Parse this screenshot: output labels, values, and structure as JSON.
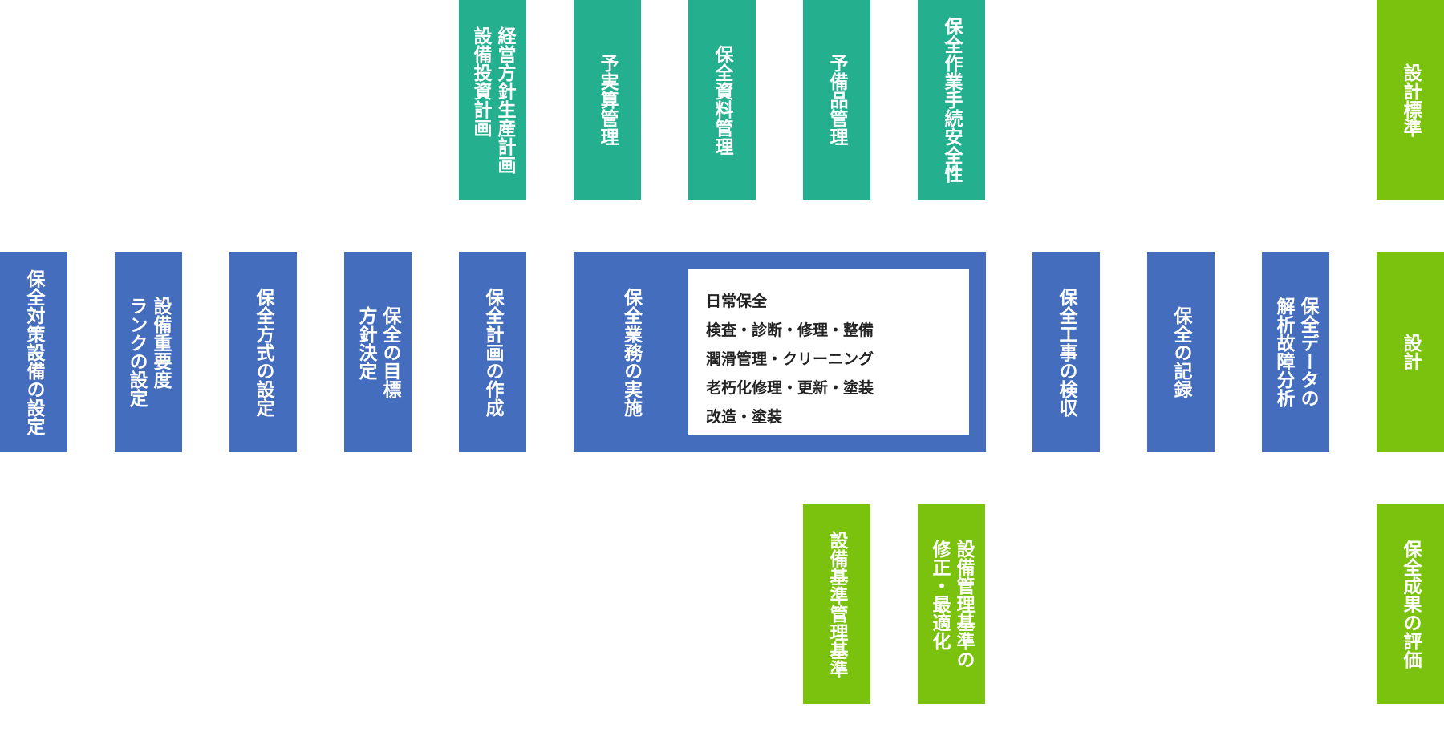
{
  "top_row": [
    {
      "id": "management-policy",
      "text": "経営方針生産計画\n設備投資計画",
      "color": "#24b08f"
    },
    {
      "id": "budget",
      "text": "予実算管理",
      "color": "#24b08f"
    },
    {
      "id": "materials",
      "text": "保全資料管理",
      "color": "#24b08f"
    },
    {
      "id": "spare-parts",
      "text": "予備品管理",
      "color": "#24b08f"
    },
    {
      "id": "safety",
      "text": "保全作業手続安全性",
      "color": "#24b08f"
    },
    {
      "id": "design-standard",
      "text": "設計標準",
      "color": "#7ac20d"
    }
  ],
  "middle_row": [
    {
      "id": "equipment-setting",
      "text": "保全対策設備の設定",
      "color": "#446ebd"
    },
    {
      "id": "rank-setting",
      "text": "設備重要度\nランクの設定",
      "color": "#446ebd"
    },
    {
      "id": "method-setting",
      "text": "保全方式の設定",
      "color": "#446ebd"
    },
    {
      "id": "goal-setting",
      "text": "保全の目標\n方針決定",
      "color": "#446ebd"
    },
    {
      "id": "plan-creation",
      "text": "保全計画の作成",
      "color": "#446ebd"
    },
    {
      "id": "inspection-acceptance",
      "text": "保全工事の検収",
      "color": "#446ebd"
    },
    {
      "id": "records",
      "text": "保全の記録",
      "color": "#446ebd"
    },
    {
      "id": "analysis",
      "text": "保全データの\n解析故障分析",
      "color": "#446ebd"
    },
    {
      "id": "design",
      "text": "設計",
      "color": "#7ac20d"
    }
  ],
  "main_task": {
    "title": "保全業務の実施",
    "items": [
      "日常保全",
      "検査・診断・修理・整備",
      "潤滑管理・クリーニング",
      "老朽化修理・更新・塗装",
      "改造・塗装"
    ]
  },
  "bottom_row": [
    {
      "id": "equipment-standard",
      "text": "設備基準管理基準",
      "color": "#7ac20d"
    },
    {
      "id": "standard-revision",
      "text": "設備管理基準の\n修正・最適化",
      "color": "#7ac20d"
    },
    {
      "id": "evaluation",
      "text": "保全成果の評価",
      "color": "#7ac20d"
    }
  ]
}
